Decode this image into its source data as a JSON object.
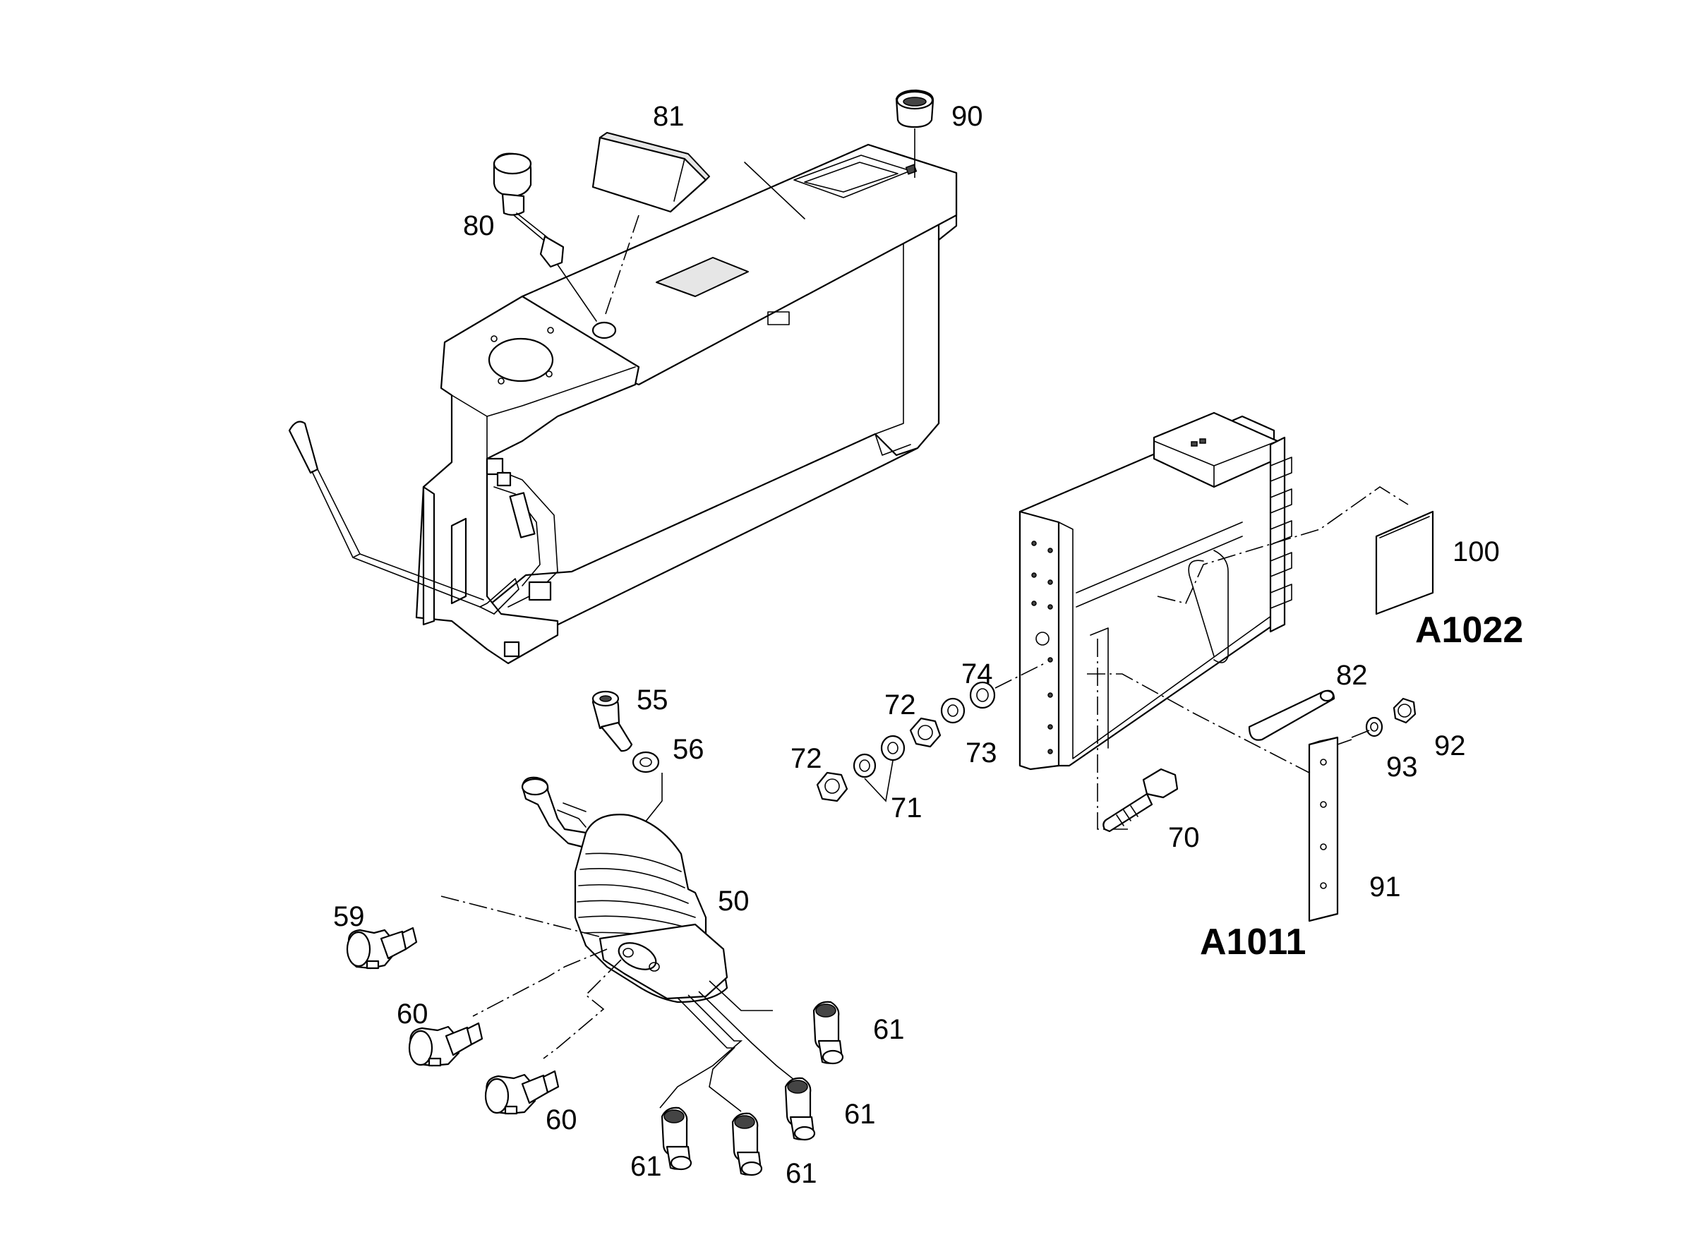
{
  "callouts": {
    "p50": "50",
    "p55": "55",
    "p56": "56",
    "p59": "59",
    "p60a": "60",
    "p60b": "60",
    "p61a": "61",
    "p61b": "61",
    "p61c": "61",
    "p61d": "61",
    "p70": "70",
    "p71": "71",
    "p72a": "72",
    "p72b": "72",
    "p73": "73",
    "p74": "74",
    "p80": "80",
    "p81": "81",
    "p82": "82",
    "p90": "90",
    "p91": "91",
    "p92": "92",
    "p93": "93",
    "p100": "100"
  },
  "references": {
    "a1011": "A1011",
    "a1022": "A1022"
  },
  "colors": {
    "line": "#000000",
    "background": "#ffffff",
    "shade": "#e6e6e6"
  }
}
